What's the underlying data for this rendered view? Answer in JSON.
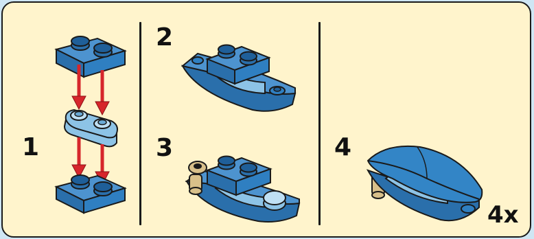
{
  "steps": [
    {
      "number": "1"
    },
    {
      "number": "2"
    },
    {
      "number": "3"
    },
    {
      "number": "4"
    }
  ],
  "quantity": "4x",
  "colors": {
    "background": "#fff4cc",
    "page_border": "#cfe6f4",
    "brick_blue": "#2f7fc1",
    "brick_blue_light": "#8dc3e6",
    "arrow_red": "#d6262b",
    "pin_tan": "#d8c08a",
    "outline": "#1a1a1a"
  },
  "icons": [
    "down-arrow-icon",
    "plate-1x2-icon",
    "plate-1x2-round-icon",
    "curved-slope-icon",
    "pin-clip-icon"
  ]
}
